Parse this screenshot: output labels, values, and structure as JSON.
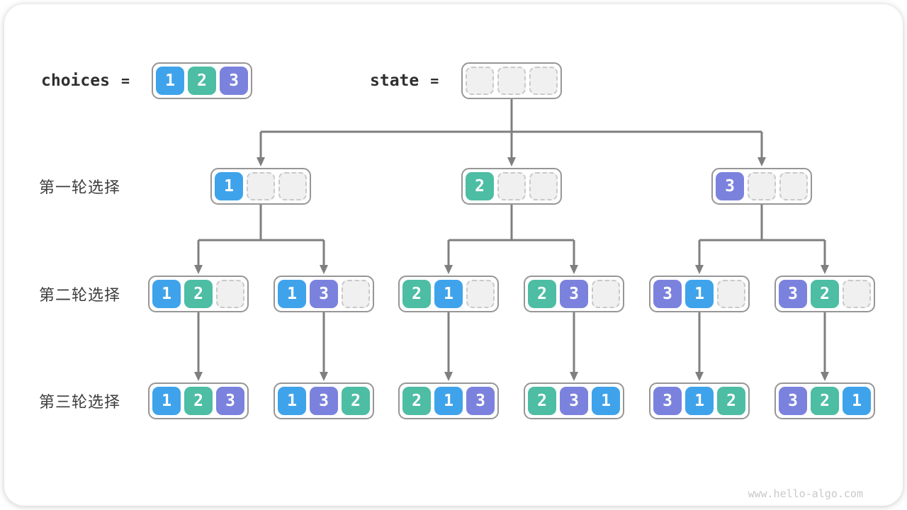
{
  "colors": {
    "line": "#7f7f7f",
    "box_border": "#969696",
    "empty_fill": "#f0f0f0",
    "empty_border": "#c9c9c9",
    "text": "#2f2f2f",
    "label": "#3d3d3d",
    "watermark": "#c9c9c9"
  },
  "value_colors": {
    "1": "#3fa3eb",
    "2": "#4dbda4",
    "3": "#7b82dd"
  },
  "header": {
    "choices_label": "choices",
    "equals": "=",
    "state_label": "state",
    "choices_cells": [
      "1",
      "2",
      "3"
    ],
    "state_cells": [
      "",
      "",
      ""
    ]
  },
  "row_labels": [
    "第一轮选择",
    "第二轮选择",
    "第三轮选择"
  ],
  "tree": {
    "level1": [
      [
        "1",
        "",
        ""
      ],
      [
        "2",
        "",
        ""
      ],
      [
        "3",
        "",
        ""
      ]
    ],
    "level2": [
      [
        "1",
        "2",
        ""
      ],
      [
        "1",
        "3",
        ""
      ],
      [
        "2",
        "1",
        ""
      ],
      [
        "2",
        "3",
        ""
      ],
      [
        "3",
        "1",
        ""
      ],
      [
        "3",
        "2",
        ""
      ]
    ],
    "level3": [
      [
        "1",
        "2",
        "3"
      ],
      [
        "1",
        "3",
        "2"
      ],
      [
        "2",
        "1",
        "3"
      ],
      [
        "2",
        "3",
        "1"
      ],
      [
        "3",
        "1",
        "2"
      ],
      [
        "3",
        "2",
        "1"
      ]
    ]
  },
  "footer": {
    "watermark": "www.hello-algo.com"
  }
}
